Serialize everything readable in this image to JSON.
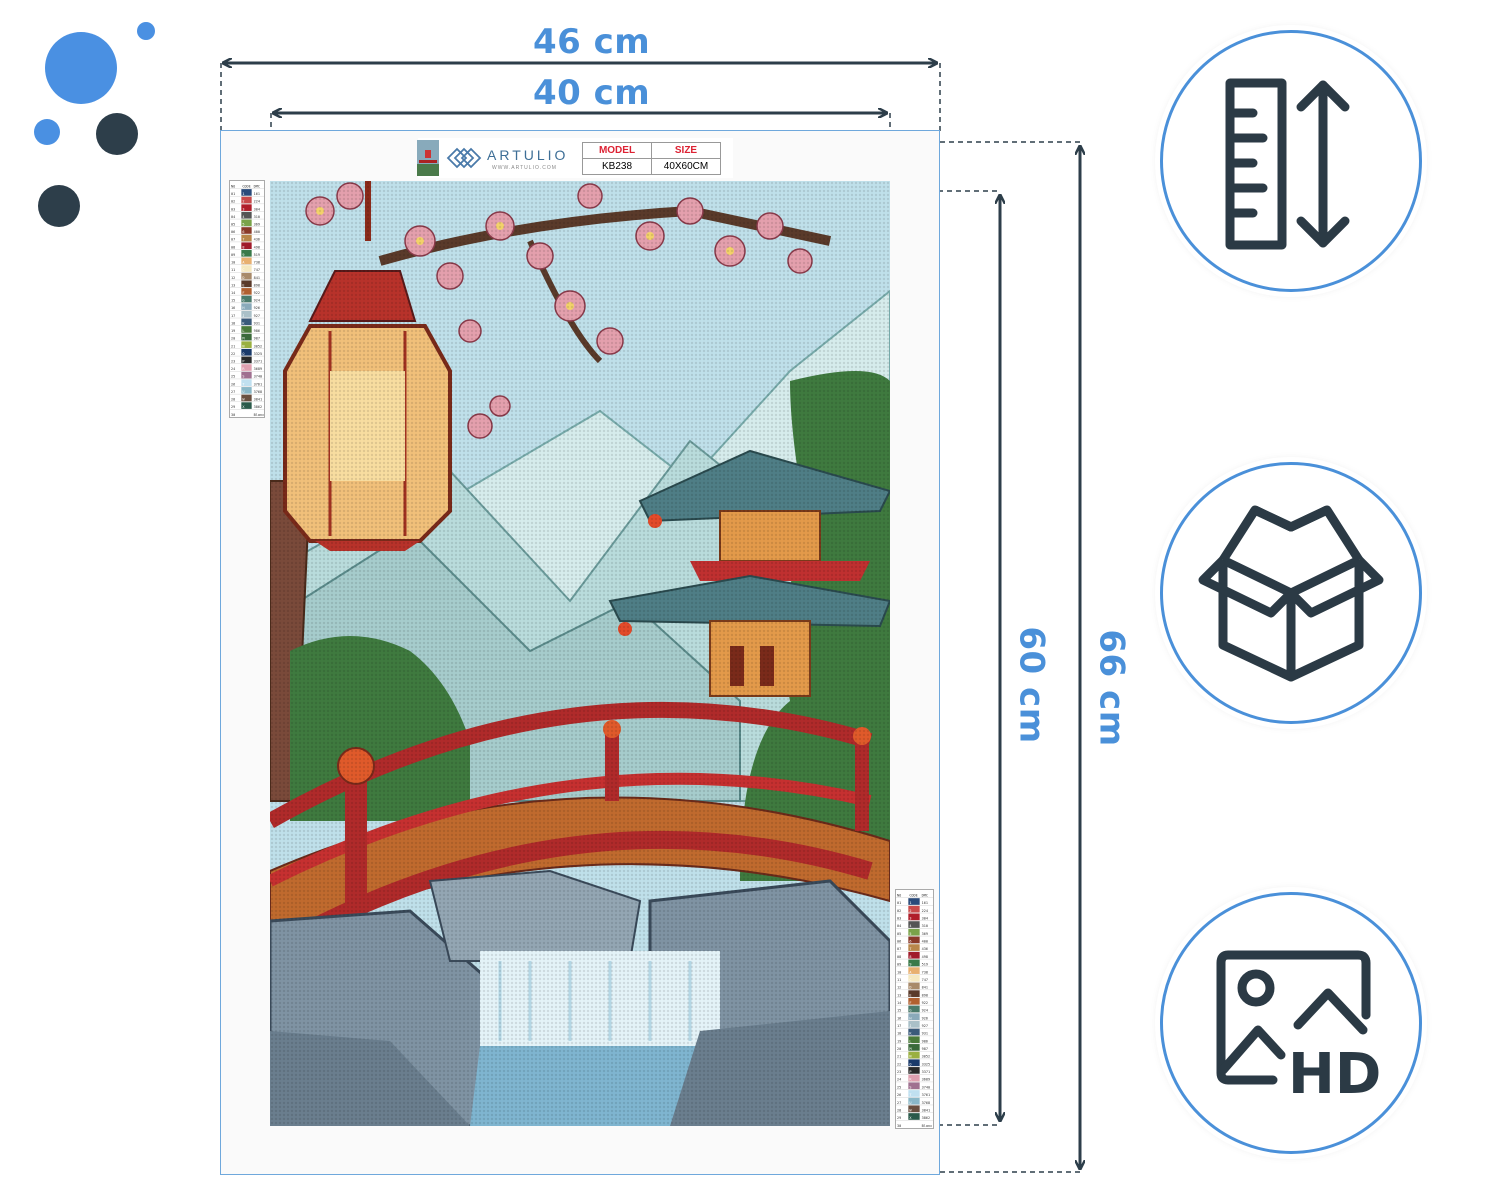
{
  "dimensions": {
    "outer_width": "46 cm",
    "inner_width": "40 cm",
    "inner_height": "60 cm",
    "outer_height": "66 cm"
  },
  "brand": {
    "name": "ARTULIO",
    "website": "WWW.ARTULIO.COM"
  },
  "model_table": {
    "model_header": "MODEL",
    "size_header": "SIZE",
    "model_value": "KB238",
    "size_value": "40X60CM"
  },
  "legend": {
    "headers": [
      "NO",
      "CODE",
      "DMC"
    ],
    "rows": [
      [
        "01",
        "1",
        "161"
      ],
      [
        "02",
        "2",
        "224"
      ],
      [
        "03",
        "3",
        "304"
      ],
      [
        "04",
        "4",
        "310"
      ],
      [
        "05",
        "5",
        "369"
      ],
      [
        "06",
        "6",
        "400"
      ],
      [
        "07",
        "7",
        "436"
      ],
      [
        "08",
        "8",
        "498"
      ],
      [
        "09",
        "9",
        "519"
      ],
      [
        "10",
        "A",
        "738"
      ],
      [
        "11",
        "C",
        "747"
      ],
      [
        "12",
        "D",
        "841"
      ],
      [
        "13",
        "E",
        "898"
      ],
      [
        "14",
        "F",
        "922"
      ],
      [
        "15",
        "G",
        "924"
      ],
      [
        "16",
        "H",
        "926"
      ],
      [
        "17",
        "J",
        "927"
      ],
      [
        "18",
        "K",
        "931"
      ],
      [
        "19",
        "L",
        "986"
      ],
      [
        "20",
        "M",
        "987"
      ],
      [
        "21",
        "N",
        "3052"
      ],
      [
        "22",
        "O",
        "3325"
      ],
      [
        "23",
        "P",
        "3371"
      ],
      [
        "24",
        "R",
        "3689"
      ],
      [
        "25",
        "S",
        "3740"
      ],
      [
        "26",
        "T",
        "3761"
      ],
      [
        "27",
        "U",
        "3768"
      ],
      [
        "28",
        "W",
        "3841"
      ],
      [
        "29",
        "X",
        "3862"
      ],
      [
        "30",
        "Y",
        "Blanc"
      ]
    ],
    "swatch_colors": [
      "#2a4a7a",
      "#c94a4a",
      "#b01e2a",
      "#555",
      "#7aa34a",
      "#8a3a2a",
      "#b8864a",
      "#a01a2a",
      "#3a7a4a",
      "#e8b070",
      "#f5e8c0",
      "#a88a6a",
      "#5a3a2a",
      "#b06030",
      "#4a7a6a",
      "#8aaaba",
      "#aac0c8",
      "#3a5a7a",
      "#4a7a3a",
      "#3a6a3a",
      "#9ab040",
      "#1a3a6a",
      "#2a2a2a",
      "#e0a0b0",
      "#a07090",
      "#c0e0f0",
      "#8ab8c8",
      "#6a5040",
      "#2a5a4a",
      "#ffffff"
    ]
  },
  "icons": {
    "logo_dots": "bubbles-logo-icon",
    "ruler": "ruler-height-icon",
    "box": "package-box-icon",
    "hd": "hd-image-icon"
  },
  "hd_text": "HD",
  "colors": {
    "accent": "#4a90d9",
    "icon_dark": "#2b3a45"
  }
}
